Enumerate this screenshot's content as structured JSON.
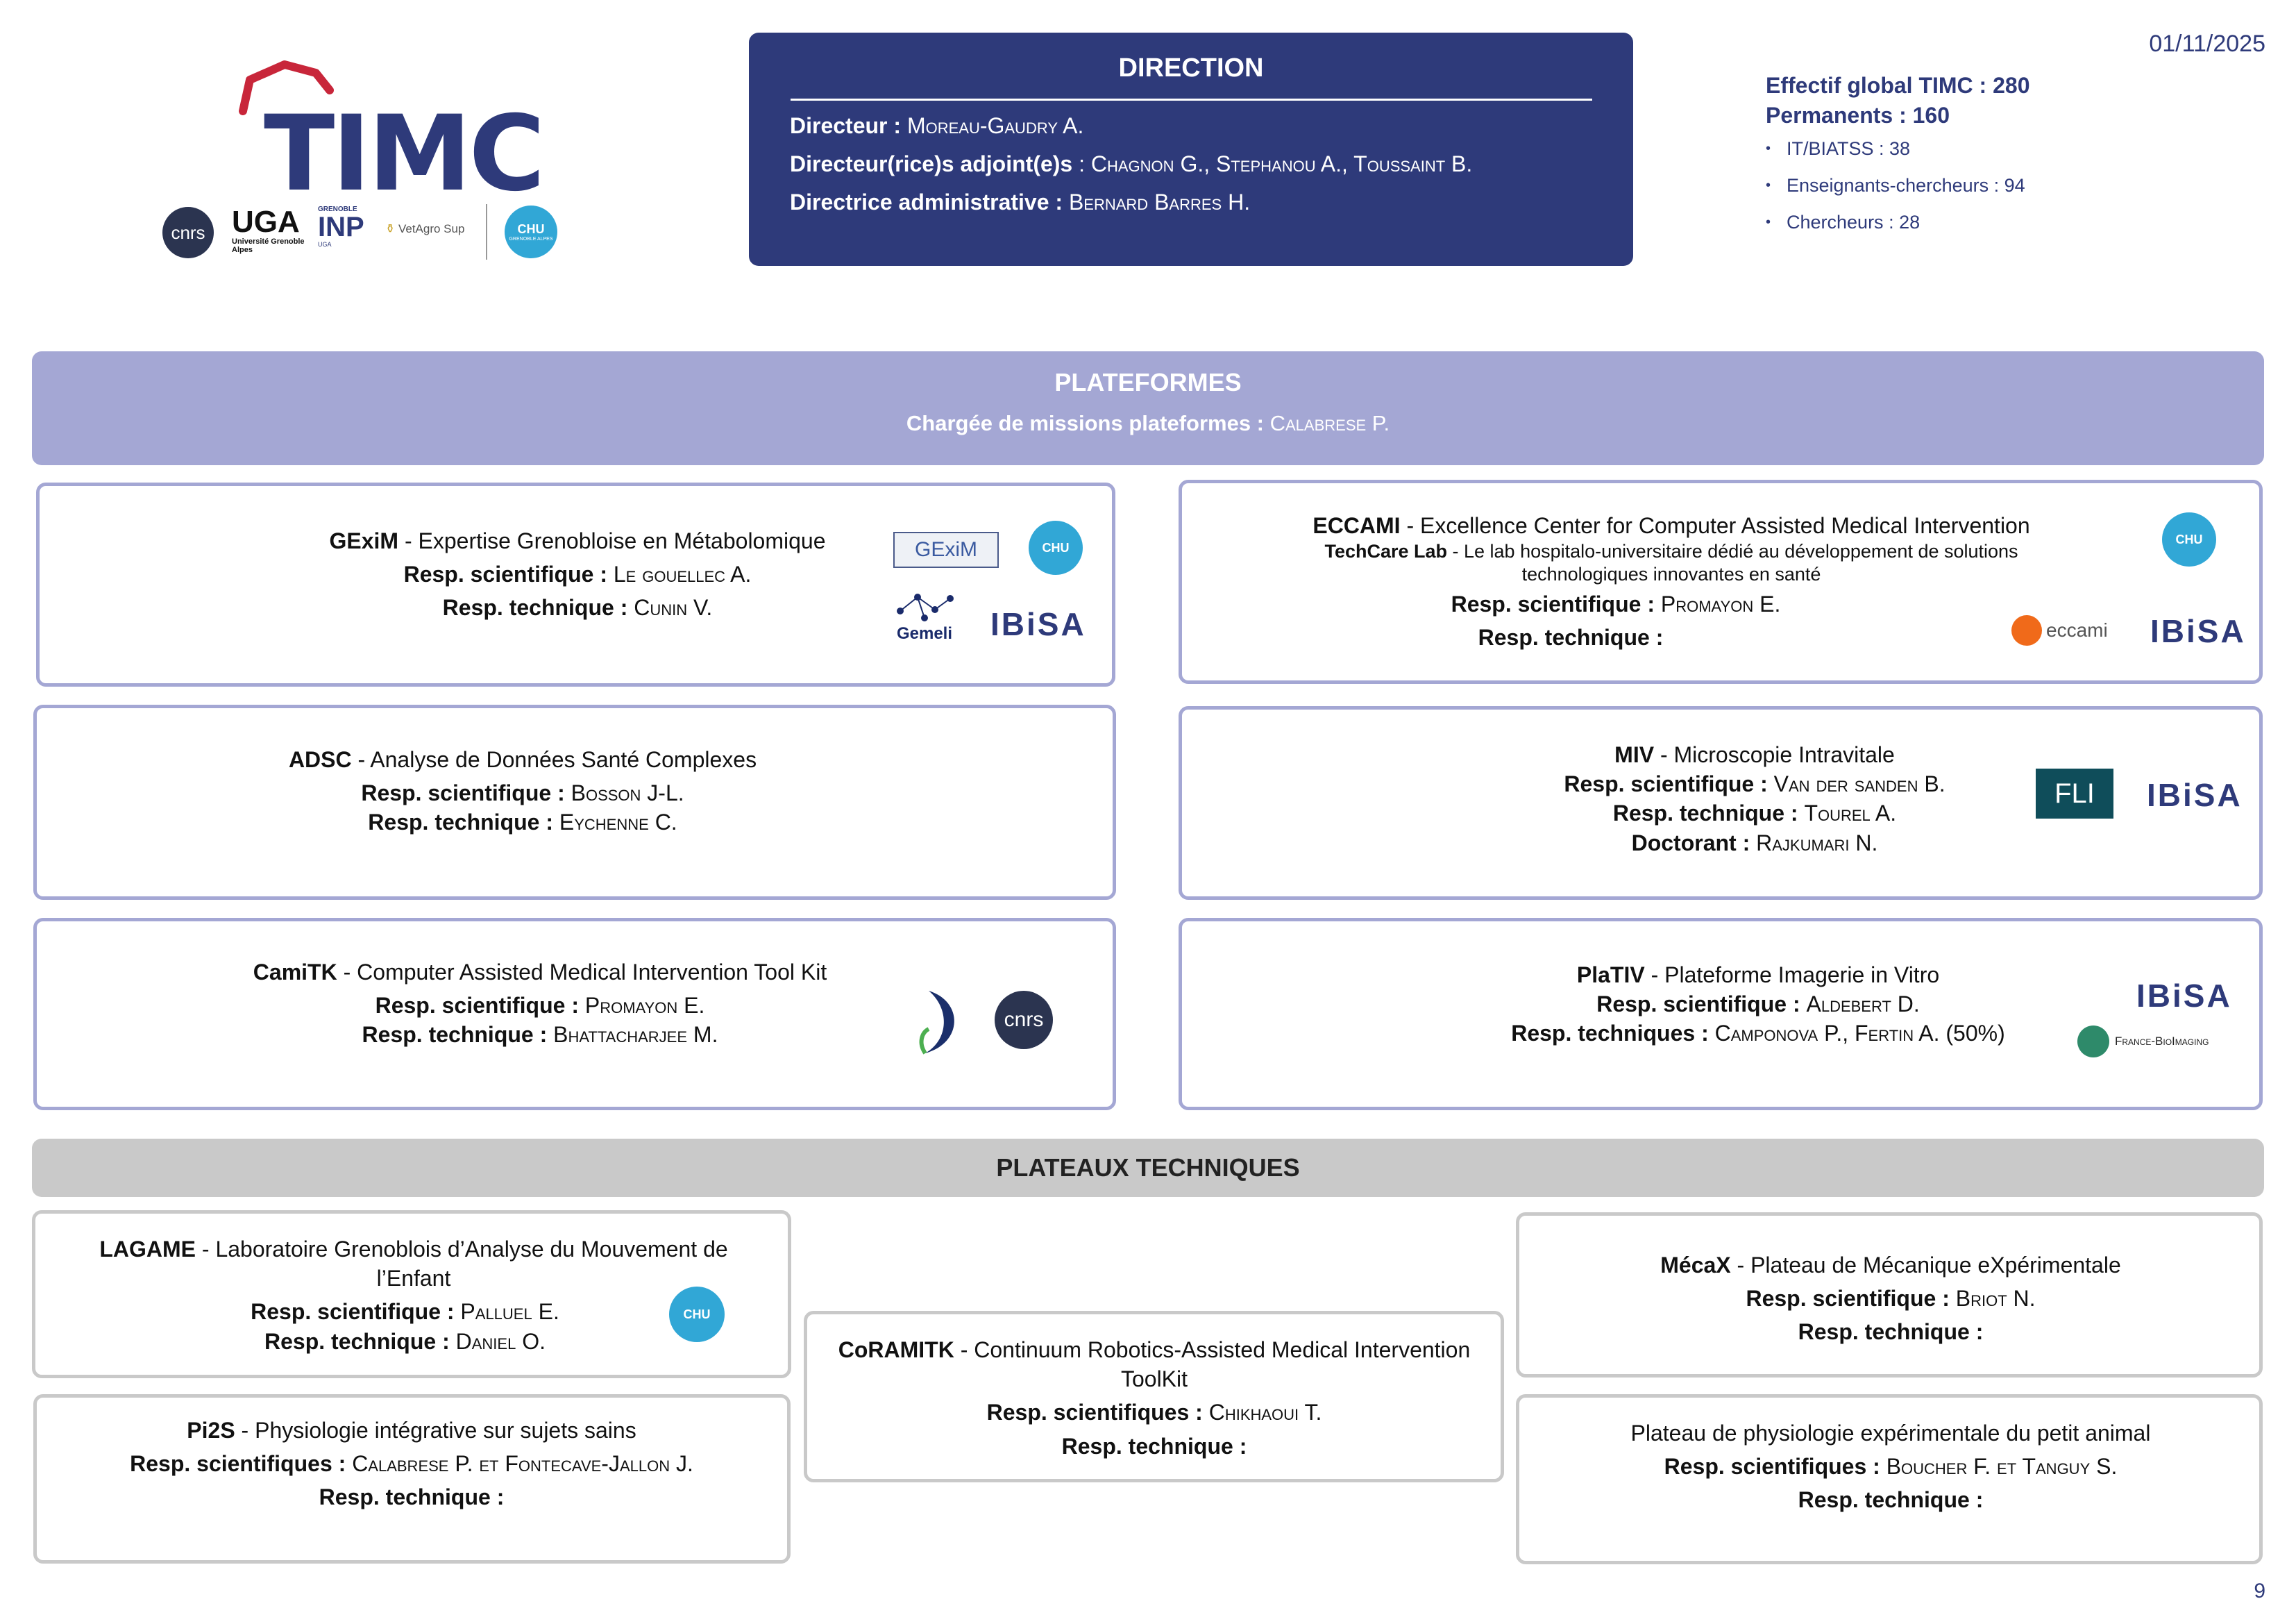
{
  "date": "01/11/2025",
  "page_number": "9",
  "logo": {
    "word": "TIMC",
    "partners": [
      "cnrs",
      "UGA",
      "Université Grenoble Alpes",
      "GRENOBLE",
      "INP",
      "UGA",
      "VetAgro Sup",
      "CHU",
      "GRENOBLE ALPES"
    ]
  },
  "direction": {
    "title": "DIRECTION",
    "lines": [
      {
        "label": "Directeur :",
        "value": "Moreau-Gaudry A."
      },
      {
        "label": "Directeur(rice)s adjoint(e)s",
        "value": " : Chagnon G., Stephanou A., Toussaint B."
      },
      {
        "label": "Directrice administrative :",
        "value": "Bernard Barres H."
      }
    ]
  },
  "effectif": {
    "global_label": "Effectif global TIMC : ",
    "global_value": "280",
    "perm_label": "Permanents : ",
    "perm_value": "160",
    "items": [
      "IT/BIATSS : 38",
      "Enseignants-chercheurs : 94",
      "Chercheurs : 28"
    ]
  },
  "plateformes": {
    "title": "PLATEFORMES",
    "sub_label": "Chargée de missions plateformes :",
    "sub_value": "Calabrese P.",
    "cards": [
      {
        "name": "GExiM",
        "desc": " - Expertise Grenobloise en Métabolomique",
        "l2": "Resp. scientifique :",
        "v2": "Le gouellec A.",
        "l3": "Resp. technique :",
        "v3": "Cunin V.",
        "logos": [
          "GExiM",
          "CHU",
          "Gemeli",
          "IBiSA"
        ]
      },
      {
        "name": "ECCAMI",
        "desc": " - Excellence Center for Computer Assisted Medical Intervention",
        "sub_name": "TechCare Lab",
        "sub_desc": " - Le lab hospitalo-universitaire dédié au développement de solutions technologiques innovantes en santé",
        "l2": "Resp. scientifique :",
        "v2": "Promayon E.",
        "l3": "Resp. technique :",
        "v3": "",
        "logos": [
          "CHU",
          "eccami",
          "IBiSA"
        ]
      },
      {
        "name": "ADSC",
        "desc": " - Analyse de Données Santé Complexes",
        "l2": "Resp. scientifique :",
        "v2": "Bosson J-L.",
        "l3": "Resp. technique :",
        "v3": "Eychenne C."
      },
      {
        "name": "MIV",
        "desc": " - Microscopie Intravitale",
        "l2": "Resp. scientifique :",
        "v2": "Van der sanden B.",
        "l3": "Resp. technique :",
        "v3": "Tourel A.",
        "l4": "Doctorant :",
        "v4": "Rajkumari N.",
        "logos": [
          "FLI",
          "IBiSA"
        ]
      },
      {
        "name": "CamiTK",
        "desc": " - Computer Assisted Medical Intervention Tool Kit",
        "l2": "Resp. scientifique :",
        "v2": "Promayon E.",
        "l3": "Resp. technique :",
        "v3": "Bhattacharjee M.",
        "logos": [
          "cnrs"
        ]
      },
      {
        "name": "PlaTIV",
        "desc": " - Plateforme Imagerie in Vitro",
        "l2": "Resp. scientifique :",
        "v2": "Aldebert D.",
        "l3": "Resp. techniques :",
        "v3": "Camponova P., Fertin A. (50%)",
        "logos": [
          "IBiSA",
          "France-BioImaging"
        ]
      }
    ]
  },
  "plateaux": {
    "title": "PLATEAUX TECHNIQUES",
    "cards": [
      {
        "name": "LAGAME",
        "desc": " - Laboratoire Grenoblois d’Analyse du Mouvement de l’Enfant",
        "l2": "Resp. scientifique :",
        "v2": "Palluel E.",
        "l3": "Resp. technique :",
        "v3": "Daniel O.",
        "logos": [
          "CHU"
        ]
      },
      {
        "name": "Pi2S",
        "desc": " - Physiologie intégrative sur sujets sains",
        "l2": "Resp. scientifiques  :",
        "v2": "Calabrese P. et Fontecave-Jallon J.",
        "l3": "Resp. technique :",
        "v3": ""
      },
      {
        "name": "CoRAMITK",
        "desc": " - Continuum Robotics-Assisted Medical Intervention ToolKit",
        "l2": "Resp. scientifiques  :",
        "v2": "Chikhaoui T.",
        "l3": "Resp. technique :",
        "v3": ""
      },
      {
        "name": "MécaX",
        "desc": " - Plateau de Mécanique eXpérimentale",
        "l2": "Resp. scientifique :",
        "v2": "Briot N.",
        "l3": "Resp. technique :",
        "v3": ""
      },
      {
        "name": "",
        "desc": "Plateau de physiologie expérimentale du petit animal",
        "l2": "Resp. scientifiques :",
        "v2": "Boucher F. et Tanguy S.",
        "l3": "Resp. technique :",
        "v3": ""
      }
    ]
  },
  "colors": {
    "primary": "#2e3a7a",
    "platform": "#a4a7d4",
    "plateau": "#c9c9c9",
    "logo_red": "#c8263a"
  }
}
